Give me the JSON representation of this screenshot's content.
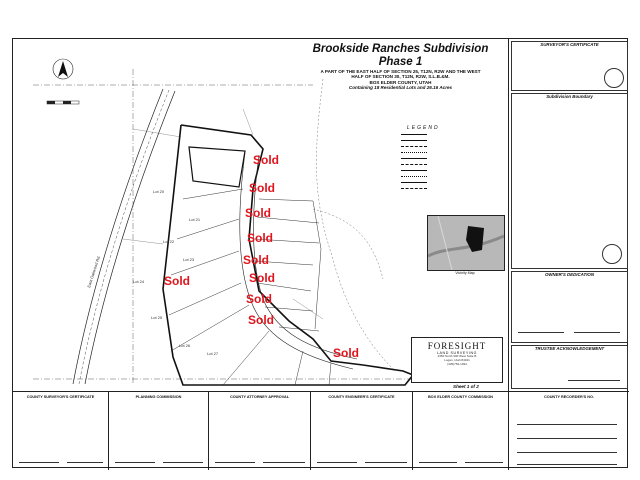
{
  "title": {
    "main": "Brookside Ranches Subdivision",
    "phase": "Phase 1",
    "line1": "A PART OF THE EAST HALF OF SECTION 25, T12N, R2W AND THE WEST",
    "line2": "HALF OF SECTION 30, T12N, R2W, S.L.B.&M.",
    "line3": "BOX ELDER COUNTY, UTAH",
    "line4": "Containing 18 Residential Lots and 26.16 Acres"
  },
  "legend": {
    "title": "LEGEND"
  },
  "sold_label": "Sold",
  "lots": [
    "Lot 20",
    "Lot 21",
    "Lot 22",
    "Lot 23",
    "Lot 24",
    "Lot 25",
    "Lot 26",
    "Lot 27"
  ],
  "road_label": "East Oakwood Rd.",
  "vicinity_caption": "Vicinity Map",
  "right_column": {
    "surveyor_cert": "SURVEYOR'S CERTIFICATE",
    "boundary": "Subdivision Boundary",
    "owners_dedication": "OWNER'S DEDICATION",
    "trustee": "TRUSTEE ACKNOWLEDGEMENT"
  },
  "foresight": {
    "name": "FORESIGHT",
    "sub": "LAND SURVEYING",
    "addr1": "2350 North 300 West Suite B",
    "addr2": "Logan, Utah 84341",
    "addr3": "(435)752-1934"
  },
  "sheet": "Sheet 1 of 2",
  "bottom_certs": [
    "COUNTY SURVEYOR'S CERTIFICATE",
    "PLANNING COMMISSION",
    "COUNTY ATTORNEY APPROVAL",
    "COUNTY ENGINEER'S CERTIFICATE",
    "BOX ELDER COUNTY COMMISSION",
    "COUNTY RECORDER'S NO."
  ]
}
